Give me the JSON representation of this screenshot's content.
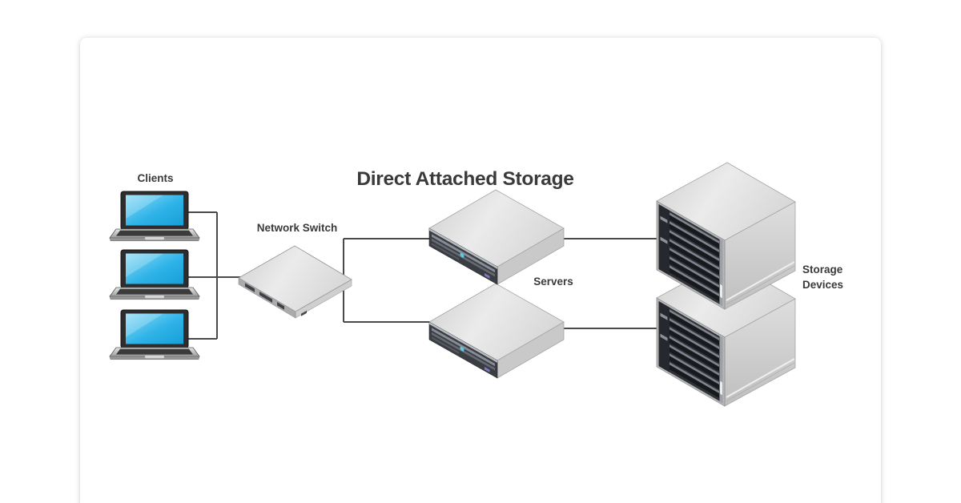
{
  "page": {
    "background_color": "#ffffff",
    "card": {
      "background_color": "#ffffff",
      "shadow_color": "rgba(0,0,0,0.16)"
    }
  },
  "diagram": {
    "title": "Direct Attached Storage",
    "type": "network-topology",
    "labels": {
      "clients": "Clients",
      "network_switch": "Network Switch",
      "servers": "Servers",
      "storage_devices_line1": "Storage",
      "storage_devices_line2": "Devices"
    },
    "nodes": {
      "clients_count": 3,
      "network_switch_count": 1,
      "servers_count": 2,
      "storage_devices_count": 2
    },
    "connections": [
      "client-1 - network-switch",
      "client-2 - network-switch",
      "client-3 - network-switch",
      "network-switch - server-1",
      "network-switch - server-2",
      "server-1 - storage-device-1",
      "server-2 - storage-device-2"
    ],
    "colors": {
      "connector_line": "#4a4a4a",
      "label_text": "#3a3a3a",
      "laptop_screen_blue": "#2fb3e8",
      "device_panel_dark": "#33363c",
      "device_body_gray": "#d9d9d9",
      "server_led_cyan": "#5fc9e4",
      "server_logo_purple": "#8577c0"
    }
  }
}
